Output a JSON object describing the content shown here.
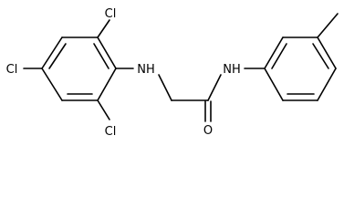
{
  "molecule": {
    "atoms": {
      "cl_top": "Cl",
      "cl_left": "Cl",
      "cl_bottom": "Cl",
      "amine_nh": "NH",
      "amide_nh": "NH",
      "carbonyl_o": "O"
    }
  }
}
